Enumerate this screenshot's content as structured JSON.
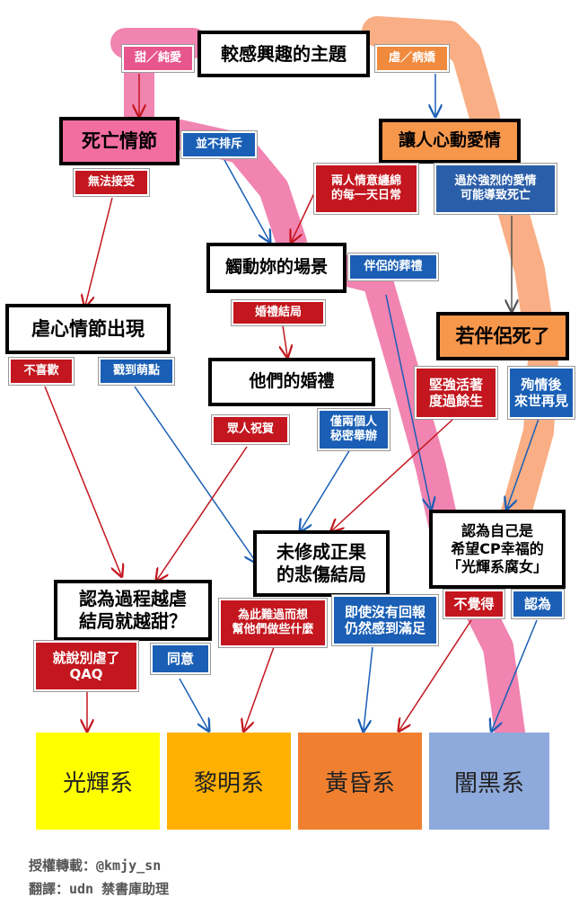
{
  "colors": {
    "pink_highlight": "#ef6fa3",
    "orange_highlight": "#f9a070",
    "red_tag": "#c3161e",
    "blue_tag": "#1a5fb5",
    "red_arrow": "#c3161e",
    "blue_arrow": "#1a5fb5",
    "result_light": "#ffff00",
    "result_dawn": "#ffb000",
    "result_dusk": "#f08030",
    "result_dark": "#8ea9db"
  },
  "nodes": {
    "top_theme": "較感興趣的主題",
    "death_plot": "死亡情節",
    "heart_love": "讓人心動愛情",
    "touching_scene": "觸動妳的場景",
    "angst_appears": "虐心情節出現",
    "their_wedding": "他們的婚禮",
    "partner_dies": "若伴侶死了",
    "tragic_ending": [
      "未修成正果",
      "的悲傷結局"
    ],
    "believe_sweeter": [
      "認為過程越虐",
      "結局就越甜？"
    ],
    "light_fujoshi": [
      "認為自己是",
      "希望CP幸福的",
      "「光輝系腐女」"
    ]
  },
  "tags": {
    "sweet_pure": "甜／純愛",
    "angst_sick": "虐／病嬌",
    "not_reject": "並不排斥",
    "cannot_accept": "無法接受",
    "daily_love": [
      "兩人情意纏綿",
      "的每一天日常"
    ],
    "strong_love": [
      "過於強烈的愛情",
      "可能導致死亡"
    ],
    "wedding_end": "婚禮結局",
    "partner_funeral": "伴侶的葬禮",
    "dislike": "不喜歡",
    "hits_moe": "戳到萌點",
    "crowd_blessing": "眾人祝賀",
    "private_wedding": [
      "僅兩個人",
      "秘密舉辦"
    ],
    "live_strong": [
      "堅強活著",
      "度過餘生"
    ],
    "die_together": [
      "殉情後",
      "來世再見"
    ],
    "sad_help": [
      "為此難過而想",
      "幫他們做些什麼"
    ],
    "satisfied": [
      "即使沒有回報",
      "仍然感到滿足"
    ],
    "dont_think": "不覺得",
    "think_so": "認為",
    "stop_angst": [
      "就說別虐了",
      "QAQ"
    ],
    "agree": "同意"
  },
  "results": {
    "light": "光輝系",
    "dawn": "黎明系",
    "dusk": "黃昏系",
    "dark": "闇黑系"
  },
  "credits": {
    "repost": "授權轉載：@kmjy_sn",
    "translate": "翻譯：udn 禁書庫助理"
  }
}
